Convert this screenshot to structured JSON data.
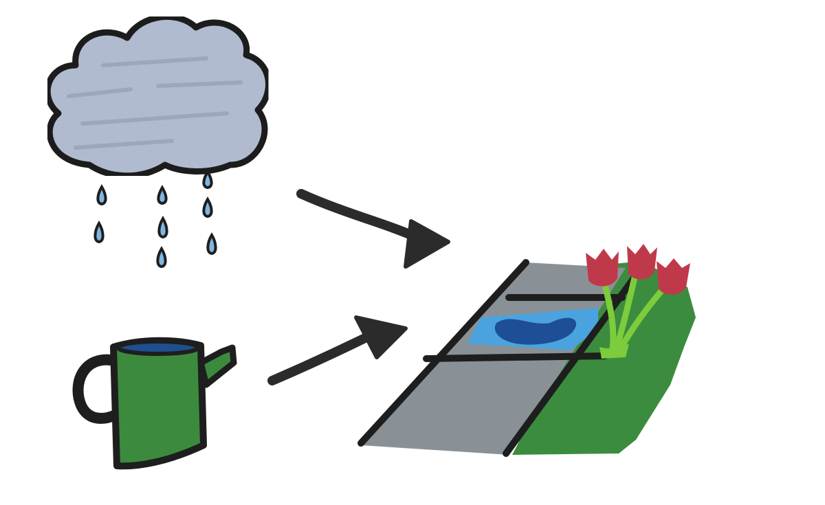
{
  "illustration": {
    "sources": [
      {
        "id": "rain-cloud",
        "icon": "rain-cloud-icon"
      },
      {
        "id": "watering-can",
        "icon": "watering-can-icon"
      }
    ],
    "target": {
      "id": "pavement-with-garden",
      "icon": "paving-stones-icon"
    },
    "connectors": [
      {
        "from": "rain-cloud",
        "to": "pavement-with-garden"
      },
      {
        "from": "watering-can",
        "to": "pavement-with-garden"
      }
    ],
    "colors": {
      "outline": "#2b2b2b",
      "cloud": "#b8c2d8",
      "raindrop": "#7fb6e0",
      "can": "#3c8a3e",
      "can_water": "#1f4f8f",
      "paving": "#8a9196",
      "puddle_light": "#4aa3de",
      "puddle_dark": "#1e4e96",
      "grass": "#3b8c3f",
      "stem": "#7ccc3c",
      "tulip": "#c0394b"
    }
  }
}
